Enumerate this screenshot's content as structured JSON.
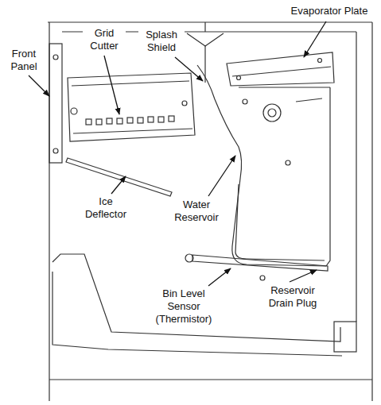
{
  "diagram": {
    "labels": [
      "Evaporator Plate",
      "Front Panel",
      "Grid Cutter",
      "Splash Shield",
      "Ice Deflector",
      "Water Reservoir",
      "Bin Level Sensor (Thermistor)",
      "Reservoir Drain Plug"
    ]
  }
}
